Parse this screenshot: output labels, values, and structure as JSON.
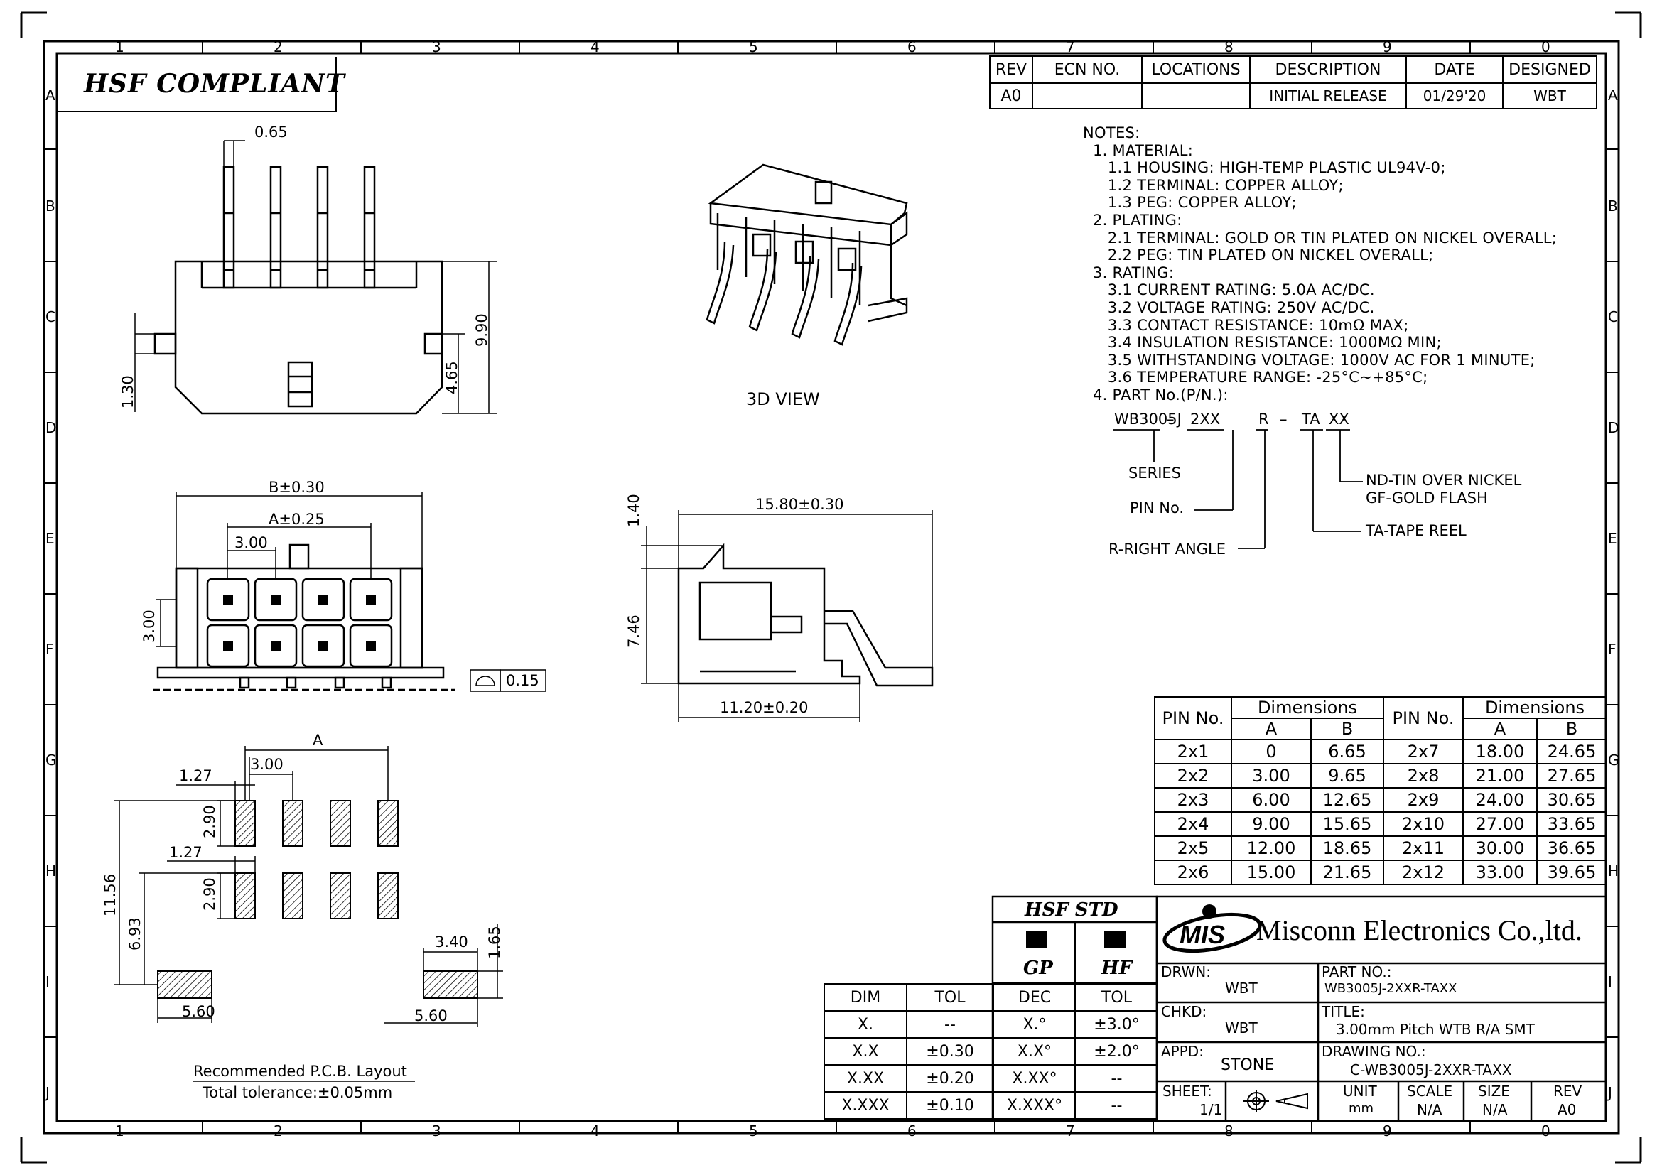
{
  "border": {
    "cols": [
      "1",
      "2",
      "3",
      "4",
      "5",
      "6",
      "7",
      "8",
      "9",
      "0"
    ],
    "rows": [
      "A",
      "B",
      "C",
      "D",
      "E",
      "F",
      "G",
      "H",
      "I",
      "J"
    ]
  },
  "compliance": "HSF COMPLIANT",
  "revision_table": {
    "headers": [
      "REV",
      "ECN NO.",
      "LOCATIONS",
      "DESCRIPTION",
      "DATE",
      "DESIGNED"
    ],
    "row": [
      "A0",
      "",
      "",
      "INITIAL RELEASE",
      "01/29'20",
      "WBT"
    ]
  },
  "notes": {
    "heading": "NOTES:",
    "lines": [
      "  1. MATERIAL:",
      "     1.1 HOUSING: HIGH-TEMP PLASTIC UL94V-0;",
      "     1.2 TERMINAL: COPPER ALLOY;",
      "     1.3 PEG: COPPER ALLOY;",
      "  2. PLATING:",
      "     2.1 TERMINAL: GOLD OR TIN PLATED ON NICKEL OVERALL;",
      "     2.2 PEG: TIN PLATED ON NICKEL OVERALL;",
      "  3. RATING:",
      "     3.1 CURRENT RATING: 5.0A AC/DC.",
      "     3.2 VOLTAGE RATING: 250V AC/DC.",
      "     3.3 CONTACT RESISTANCE: 10mΩ MAX;",
      "     3.4 INSULATION RESISTANCE: 1000MΩ MIN;",
      "     3.5 WITHSTANDING VOLTAGE: 1000V AC FOR 1 MINUTE;",
      "     3.6 TEMPERATURE RANGE: -25°C~+85°C;",
      "  4. PART No.(P/N.):"
    ]
  },
  "part_number_breakdown": {
    "pn_parts": [
      "WB3005J",
      "–",
      "2XX",
      "R",
      "–",
      "TA",
      "XX"
    ],
    "series": "SERIES",
    "pin_no": "PIN No.",
    "right_angle": "R-RIGHT ANGLE",
    "plating_nd": "ND-TIN OVER NICKEL",
    "plating_gf": "GF-GOLD FLASH",
    "tape_reel": "TA-TAPE REEL"
  },
  "view_labels": {
    "view_3d": "3D VIEW",
    "pcb_layout": "Recommended P.C.B. Layout",
    "pcb_tolerance": "Total tolerance:±0.05mm"
  },
  "dimensions": {
    "top_pitch": "0.65",
    "top_height": "9.90",
    "top_mid": "4.65",
    "top_peg": "1.30",
    "front_b": "B±0.30",
    "front_a": "A±0.25",
    "front_pitch": "3.00",
    "front_row": "3.00",
    "flatness": "0.15",
    "side_depth": "15.80±0.30",
    "side_top": "1.40",
    "side_height": "7.46",
    "side_base": "11.20±0.20",
    "pcb_a": "A",
    "pcb_pitch": "3.00",
    "pcb_w1": "1.27",
    "pcb_h1": "2.90",
    "pcb_w2": "1.27",
    "pcb_h2": "2.90",
    "pcb_total": "11.56",
    "pcb_row": "6.93",
    "pcb_peg_w": "5.60",
    "pcb_peg_pad": "3.40",
    "pcb_peg_h": "1.65",
    "pcb_peg_w2": "5.60"
  },
  "pin_table": {
    "header_pin": "PIN No.",
    "header_dims": "Dimensions",
    "header_a": "A",
    "header_b": "B",
    "rows": [
      [
        "2x1",
        "0",
        "6.65",
        "2x7",
        "18.00",
        "24.65"
      ],
      [
        "2x2",
        "3.00",
        "9.65",
        "2x8",
        "21.00",
        "27.65"
      ],
      [
        "2x3",
        "6.00",
        "12.65",
        "2x9",
        "24.00",
        "30.65"
      ],
      [
        "2x4",
        "9.00",
        "15.65",
        "2x10",
        "27.00",
        "33.65"
      ],
      [
        "2x5",
        "12.00",
        "18.65",
        "2x11",
        "30.00",
        "36.65"
      ],
      [
        "2x6",
        "15.00",
        "21.65",
        "2x12",
        "33.00",
        "39.65"
      ]
    ]
  },
  "tolerance_table": {
    "headers": [
      "DIM",
      "TOL",
      "DEC",
      "TOL"
    ],
    "rows": [
      [
        "X.",
        "--",
        "X.°",
        "±3.0°"
      ],
      [
        "X.X",
        "±0.30",
        "X.X°",
        "±2.0°"
      ],
      [
        "X.XX",
        "±0.20",
        "X.XX°",
        "--"
      ],
      [
        "X.XXX",
        "±0.10",
        "X.XXX°",
        "--"
      ]
    ],
    "hsf_std": "HSF STD",
    "gp": "GP",
    "hf": "HF"
  },
  "title_block": {
    "logo": "MIS",
    "company": "Misconn Electronics Co.,ltd.",
    "drwn_label": "DRWN:",
    "drwn": "WBT",
    "chkd_label": "CHKD:",
    "chkd": "WBT",
    "appd_label": "APPD:",
    "appd": "STONE",
    "part_label": "PART NO.:",
    "part": "WB3005J-2XXR-TAXX",
    "title_label": "TITLE:",
    "title": "3.00mm Pitch WTB R/A SMT",
    "drawing_label": "DRAWING NO.:",
    "drawing": "C-WB3005J-2XXR-TAXX",
    "sheet_label": "SHEET:",
    "sheet": "1/1",
    "unit_label": "UNIT",
    "unit": "mm",
    "scale_label": "SCALE",
    "scale": "N/A",
    "size_label": "SIZE",
    "size": "N/A",
    "rev_label": "REV",
    "rev": "A0"
  }
}
